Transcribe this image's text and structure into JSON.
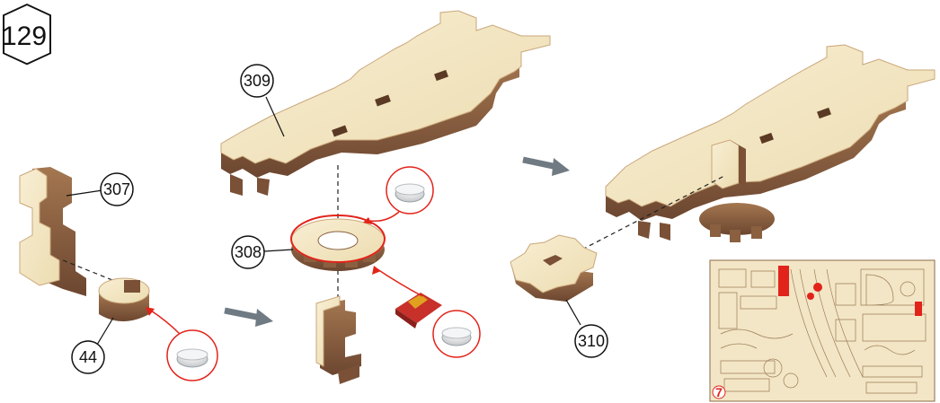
{
  "step": {
    "number": "129"
  },
  "parts": {
    "p309": "309",
    "p307": "307",
    "p308": "308",
    "p44": "44",
    "p310": "310"
  },
  "sheet": {
    "number": "7"
  },
  "colors": {
    "wood_light": "#f4e7c4",
    "wood_edge": "#a87b54",
    "wood_dark": "#6f4a30",
    "accent_red": "#e2231a",
    "arrow_gray": "#707a83"
  }
}
